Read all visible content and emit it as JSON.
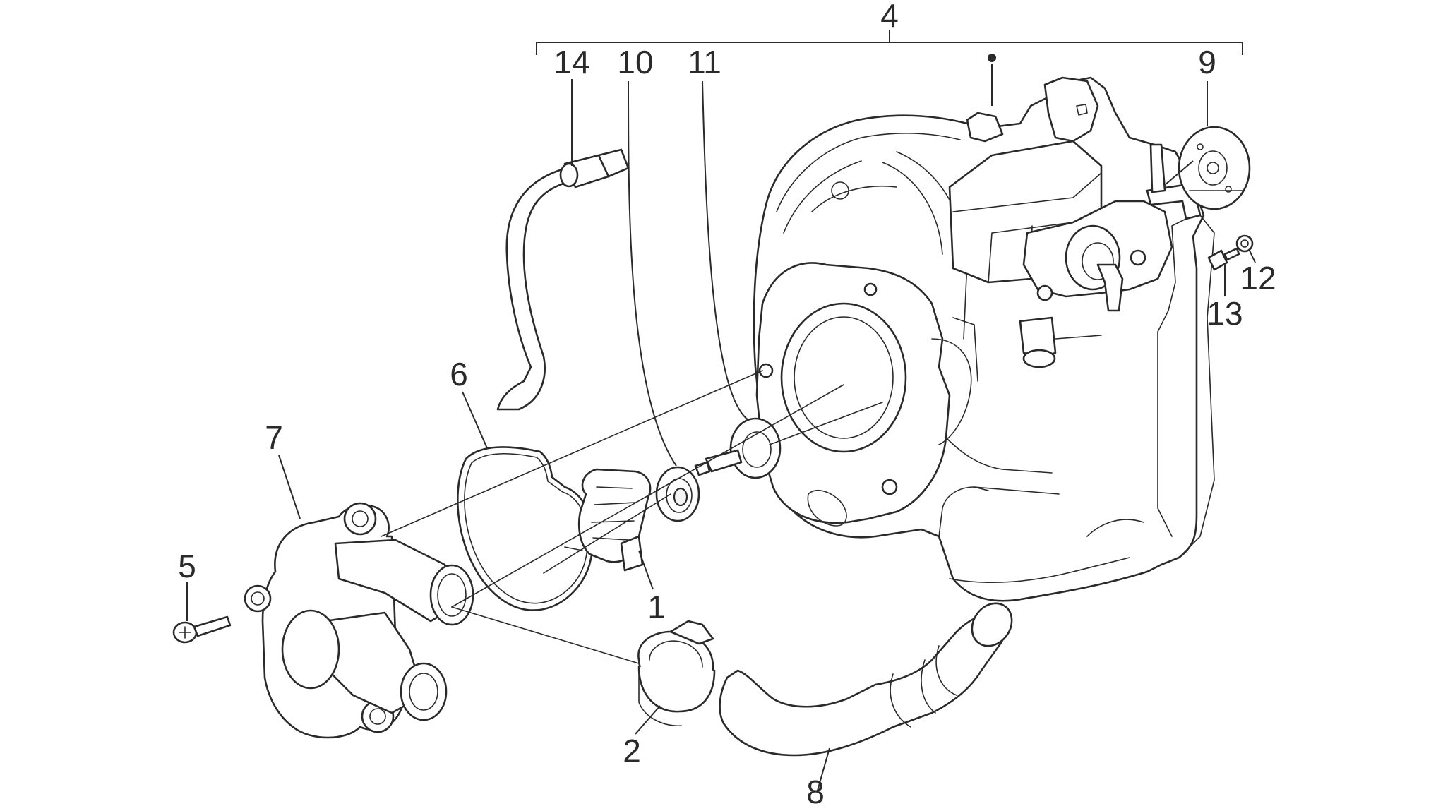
{
  "diagram": {
    "labels": {
      "p1": "1",
      "p2": "2",
      "p4": "4",
      "p5": "5",
      "p6": "6",
      "p7": "7",
      "p8": "8",
      "p9": "9",
      "p10": "10",
      "p11": "11",
      "p12": "12",
      "p13": "13",
      "p14": "14"
    }
  }
}
